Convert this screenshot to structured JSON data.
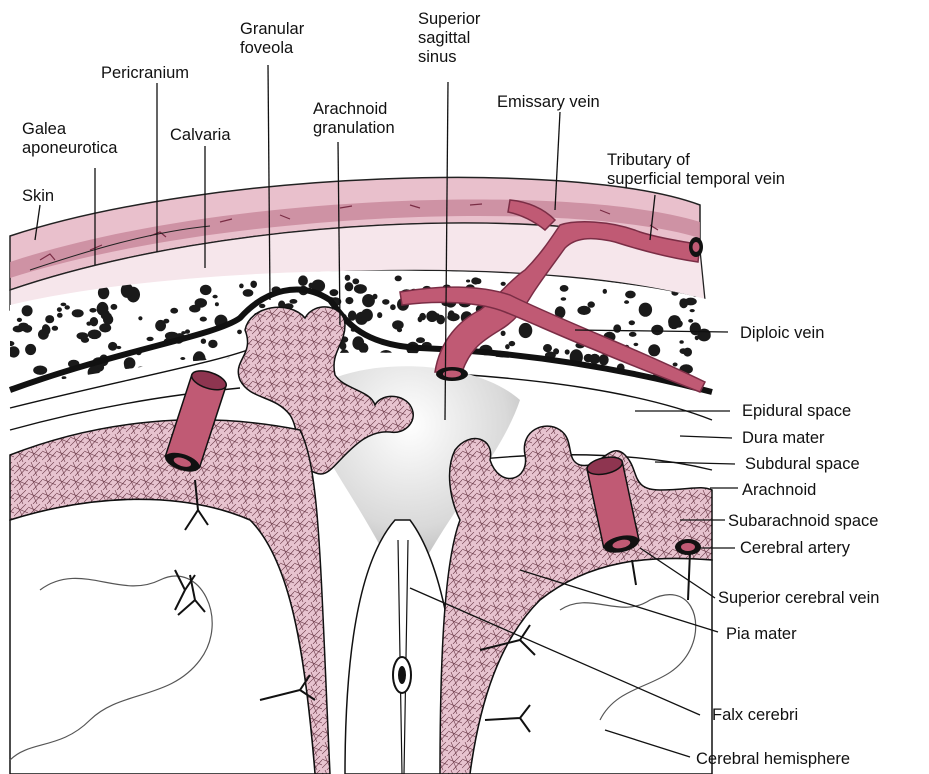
{
  "labels": {
    "skin": "Skin",
    "galea": "Galea\naponeurotica",
    "pericranium": "Pericranium",
    "calvaria": "Calvaria",
    "granular_foveola": "Granular\nfoveola",
    "arachnoid_granulation": "Arachnoid\ngranulation",
    "superior_sagittal_sinus": "Superior\nsagittal\nsinus",
    "emissary_vein": "Emissary vein",
    "tributary": "Tributary of\nsuperficial temporal vein",
    "diploic_vein": "Diploic vein",
    "epidural_space": "Epidural space",
    "dura_mater": "Dura mater",
    "subdural_space": "Subdural space",
    "arachnoid": "Arachnoid",
    "subarachnoid_space": "Subarachnoid space",
    "cerebral_artery": "Cerebral artery",
    "superior_cerebral_vein": "Superior cerebral vein",
    "pia_mater": "Pia mater",
    "falx_cerebri": "Falx cerebri",
    "cerebral_hemisphere": "Cerebral hemisphere"
  },
  "colors": {
    "skin": "#e9c0cc",
    "galea": "#c98a9c",
    "vessel": "#c05a74",
    "vessel_dark": "#8e3550",
    "arachnoid_tissue": "#e7c3cf",
    "sinus_gray": "#cfcfcf",
    "bone_black": "#1a1a1a"
  }
}
